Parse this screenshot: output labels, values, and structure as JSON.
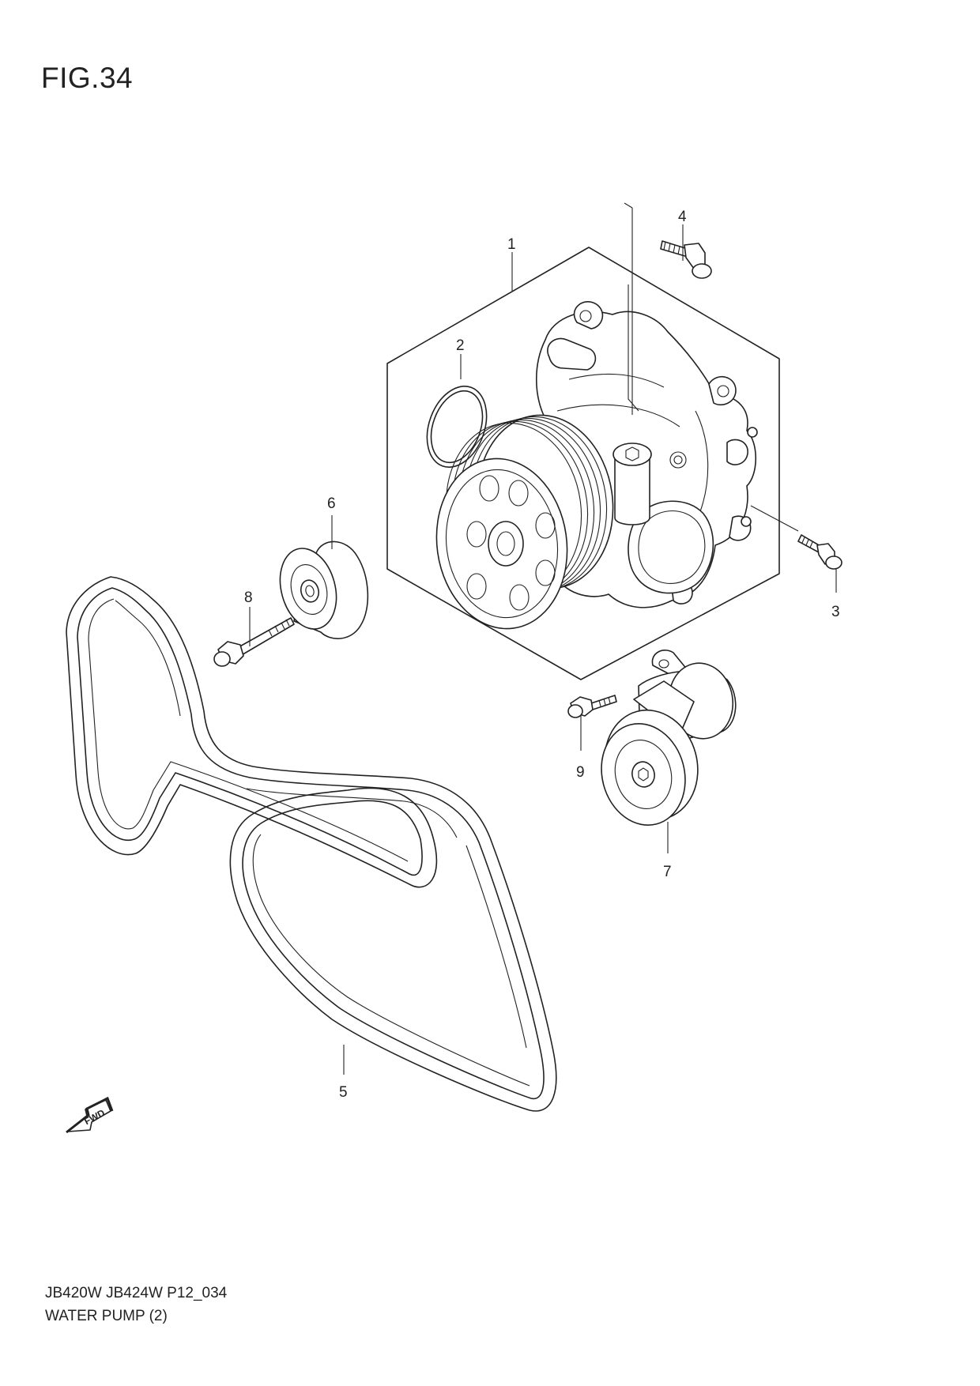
{
  "figure": {
    "title": "FIG.34",
    "model_line": "JB420W JB424W P12_034",
    "caption": "WATER PUMP (2)"
  },
  "callouts": [
    {
      "part": "water-pump-assembly",
      "label": "1"
    },
    {
      "part": "o-ring",
      "label": "2"
    },
    {
      "part": "bolt",
      "label": "3"
    },
    {
      "part": "bolt",
      "label": "4"
    },
    {
      "part": "drive-belt",
      "label": "5"
    },
    {
      "part": "idler-pulley",
      "label": "6"
    },
    {
      "part": "belt-tensioner",
      "label": "7"
    },
    {
      "part": "bolt",
      "label": "8"
    },
    {
      "part": "bolt",
      "label": "9"
    }
  ],
  "fwd_arrow": {
    "label": "FWD",
    "icon": "fwd-arrow-icon"
  }
}
